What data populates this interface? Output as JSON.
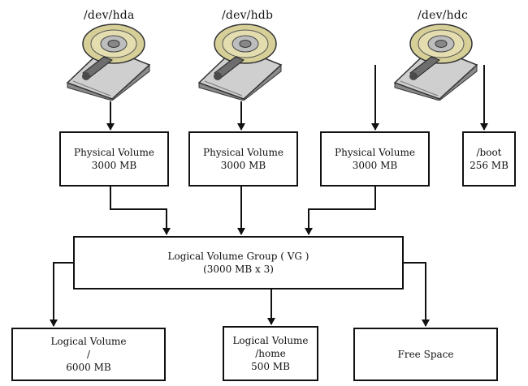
{
  "disks": [
    {
      "device": "/dev/hda",
      "icon": "hard-disk-icon"
    },
    {
      "device": "/dev/hdb",
      "icon": "hard-disk-icon"
    },
    {
      "device": "/dev/hdc",
      "icon": "hard-disk-icon"
    }
  ],
  "physical_volumes": [
    {
      "title": "Physical Volume",
      "size": "3000 MB"
    },
    {
      "title": "Physical Volume",
      "size": "3000 MB"
    },
    {
      "title": "Physical Volume",
      "size": "3000 MB"
    }
  ],
  "boot_partition": {
    "title": "/boot",
    "size": "256 MB"
  },
  "volume_group": {
    "title": "Logical Volume Group ( VG )",
    "size": "(3000 MB x 3)"
  },
  "logical_volumes": [
    {
      "title": "Logical Volume",
      "mount": "/",
      "size": "6000 MB"
    },
    {
      "title": "Logical Volume",
      "mount": "/home",
      "size": "500 MB"
    }
  ],
  "free_space": {
    "title": "Free Space"
  },
  "colors": {
    "line": "#111111",
    "box_fill": "#ffffff",
    "disk_body": "#c8c8c8",
    "platter": "#dcd6a4"
  }
}
